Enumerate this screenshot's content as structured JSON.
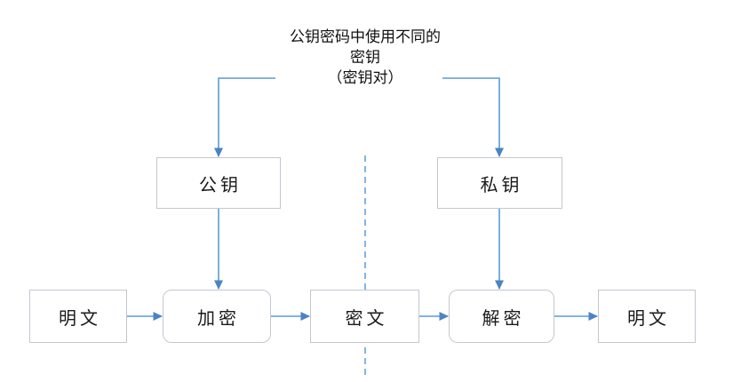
{
  "diagram": {
    "title_annotation": {
      "line1": "公钥密码中使用不同的",
      "line2": "密钥",
      "line3": "（密钥对）"
    },
    "nodes": {
      "public_key": "公钥",
      "private_key": "私钥",
      "plaintext_input": "明文",
      "encrypt": "加密",
      "ciphertext": "密文",
      "decrypt": "解密",
      "plaintext_output": "明文"
    },
    "colors": {
      "connector_blue": "#5b9bd5",
      "arrowhead_blue": "#4a84c4",
      "node_border_gray": "#c3c8cf",
      "text_black": "#1a1a1a",
      "background": "#ffffff"
    }
  }
}
